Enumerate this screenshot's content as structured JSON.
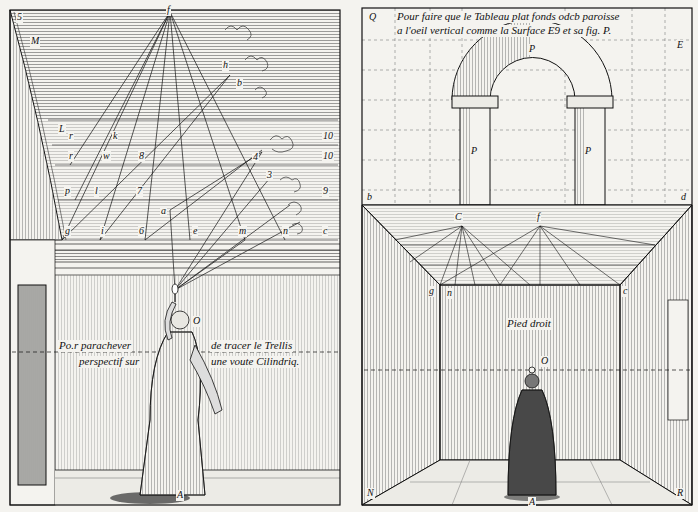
{
  "diagram": {
    "labels": [
      "5",
      "f",
      "M",
      "L",
      "h",
      "b",
      "r",
      "k",
      "10",
      "r",
      "w",
      "8",
      "4",
      "10",
      "p",
      "l",
      "7",
      "a",
      "3",
      "9",
      "g",
      "i",
      "6",
      "e",
      "m",
      "n",
      "c",
      "O",
      "A",
      "Po.r parachever",
      "de tracer le Trellis",
      "perspectif sur",
      "une voute Cilindriq.",
      "Q",
      "Pour faire que le Tableau plat fonds odcb paroisse",
      "a l'oeil vertical comme la Surface E9 et sa fig. P.",
      "E",
      "P",
      "P",
      "P",
      "b",
      "d",
      "C",
      "f",
      "g",
      "n",
      "c",
      "Pied droit",
      "O",
      "N",
      "A",
      "R"
    ]
  }
}
